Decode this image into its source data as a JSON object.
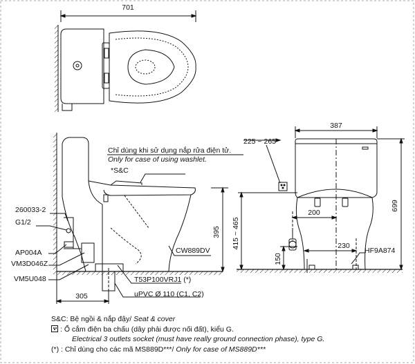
{
  "top_view": {
    "width_dim": "701"
  },
  "side_view": {
    "label_washlet_note_vi": "Chỉ dùng khi sử dụng nắp rửa điện tử.",
    "label_washlet_note_en": "Only for case of using washlet.",
    "label_sc": "*S&C",
    "label_260033": "260033-2",
    "label_g12": "G1/2",
    "label_ap004a": "AP004A",
    "label_vm3d": "VM3D046Z",
    "label_vm5u": "VM5U048",
    "label_cw889dv": "CW889DV",
    "label_t53p": "T53P100VRJ1 (*)",
    "label_upvc": "uPVC Ø 110 (C1, C2)",
    "dim_395": "395",
    "dim_305": "305"
  },
  "front_view": {
    "dim_387": "387",
    "dim_225_265": "225 ~ 265",
    "dim_699": "699",
    "dim_415_465": "415 ~ 465",
    "dim_200": "200",
    "dim_230": "230",
    "dim_150": "150",
    "label_hf9a874": "HF9A874"
  },
  "notes": {
    "sc_vi": "S&C: Bệ ngồi & nắp đậy/",
    "sc_en": "Seat & cover",
    "outlet_vi": ": Ổ cắm điện ba chấu (dây phải được nối đất), kiểu G.",
    "outlet_en": "Electrical 3 outlets socket (must have really ground connection phase), type G.",
    "star_vi": "(*) : Chỉ dùng cho các mã MS889D***/",
    "star_en": "Only for case of MS889D***"
  }
}
